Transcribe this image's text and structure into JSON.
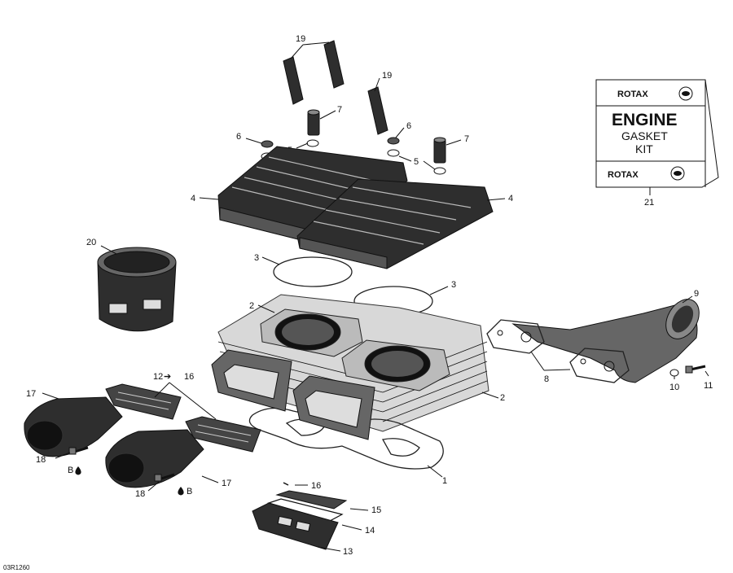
{
  "drawing_number": "03R1260",
  "kit": {
    "title": "ENGINE",
    "line2": "GASKET",
    "line3": "KIT",
    "brand": "ROTAX"
  },
  "callouts": {
    "c1": "1",
    "c2a": "2",
    "c2b": "2",
    "c3a": "3",
    "c3b": "3",
    "c4a": "4",
    "c4b": "4",
    "c5a": "5",
    "c5b": "5",
    "c6a": "6",
    "c6b": "6",
    "c7a": "7",
    "c7b": "7",
    "c8": "8",
    "c9": "9",
    "c10": "10",
    "c11": "11",
    "c12": "12",
    "c12_arrow": "➔",
    "c16_range": "16",
    "c13": "13",
    "c14": "14",
    "c15": "15",
    "c16": "16",
    "c17a": "17",
    "c17b": "17",
    "c18a": "18",
    "c18b": "18",
    "c19a": "19",
    "c19b": "19",
    "c20": "20",
    "c21": "21",
    "ba": "B",
    "bb": "B"
  }
}
